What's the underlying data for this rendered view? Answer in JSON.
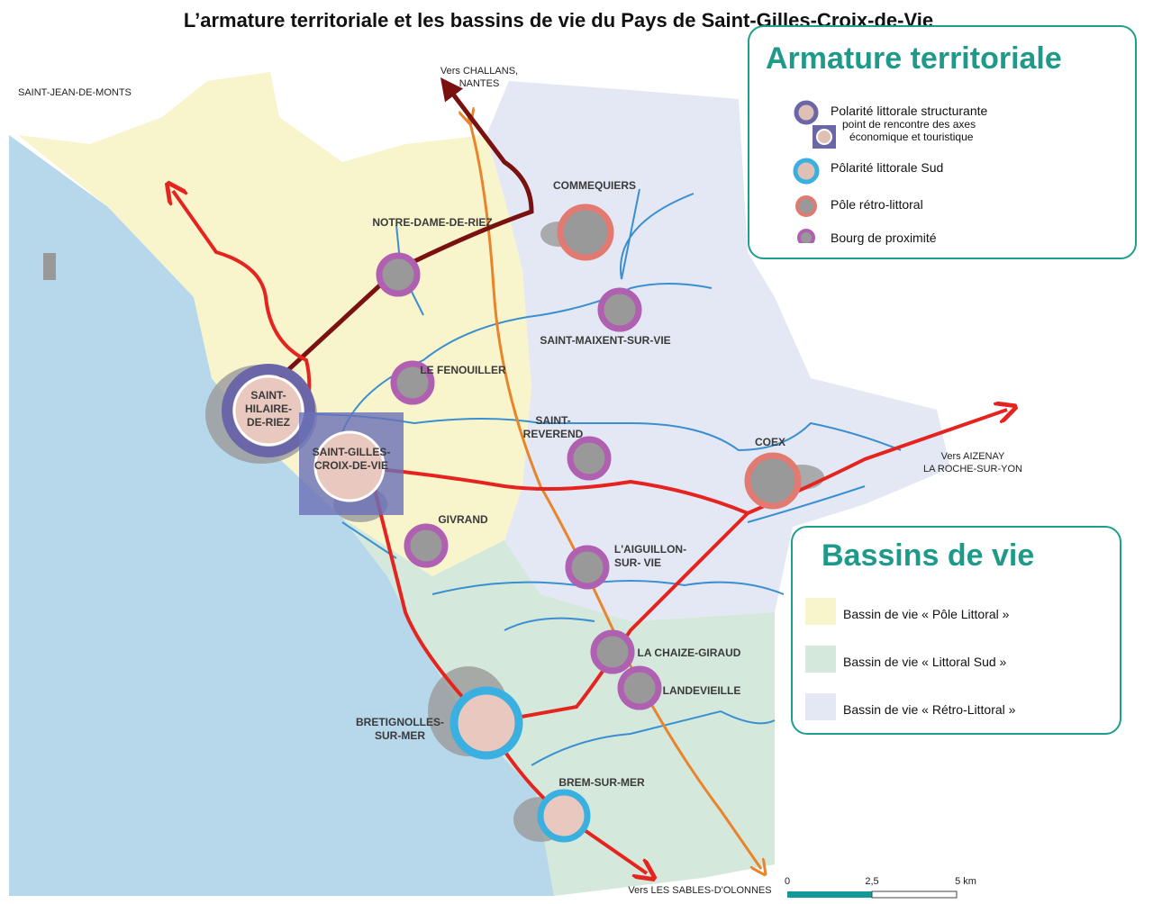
{
  "title": "L’armature territoriale et les bassins de vie du Pays de Saint-Gilles-Croix-de-Vie",
  "legend_armature": {
    "title": "Armature territoriale",
    "items": [
      {
        "label": "Polarité littorale structurante",
        "sub1": "point de rencontre des axes",
        "sub2": "économique et touristique",
        "color": "#6b66a8"
      },
      {
        "label": "Pôlarité littorale Sud",
        "color": "#3ab0e0"
      },
      {
        "label": "Pôle rétro-littoral",
        "color": "#e27a72"
      },
      {
        "label": "Bourg de proximité",
        "color": "#b060b0"
      }
    ]
  },
  "legend_bassins": {
    "title": "Bassins de vie",
    "items": [
      {
        "label": "Bassin de vie « Pôle Littoral »",
        "color": "#f8f4cc"
      },
      {
        "label": "Bassin de vie « Littoral Sud »",
        "color": "#d4e8dc"
      },
      {
        "label": "Bassin de vie « Rétro-Littoral »",
        "color": "#e4e8f4"
      }
    ]
  },
  "places": {
    "saint_jean": "SAINT-JEAN-DE-MONTS",
    "challans": [
      "Vers CHALLANS,",
      "NANTES"
    ],
    "aizenay": [
      "Vers AIZENAY",
      "LA ROCHE-SUR-YON"
    ],
    "sables": "Vers LES SABLES-D'OLONNES"
  },
  "nodes": {
    "st_hilaire": [
      "SAINT-",
      "HILAIRE-",
      "DE-RIEZ"
    ],
    "st_gilles": [
      "SAINT-GILLES-",
      "CROIX-DE-VIE"
    ],
    "commequiers": "COMMEQUIERS",
    "coex": "COEX",
    "bretignolles": [
      "BRETIGNOLLES-",
      "SUR-MER"
    ],
    "brem": "BREM-SUR-MER",
    "notre_dame": "NOTRE-DAME-DE-RIEZ",
    "st_maixent": "SAINT-MAIXENT-SUR-VIE",
    "fenouiller": "LE FENOUILLER",
    "st_reverend": [
      "SAINT-",
      "REVEREND"
    ],
    "givrand": "GIVRAND",
    "aiguillon": [
      "L'AIGUILLON-",
      "SUR- VIE"
    ],
    "chaize": "LA CHAIZE-GIRAUD",
    "landevieille": "LANDEVIEILLE"
  },
  "scale": {
    "t0": "0",
    "t1": "2,5",
    "t2": "5 km"
  }
}
